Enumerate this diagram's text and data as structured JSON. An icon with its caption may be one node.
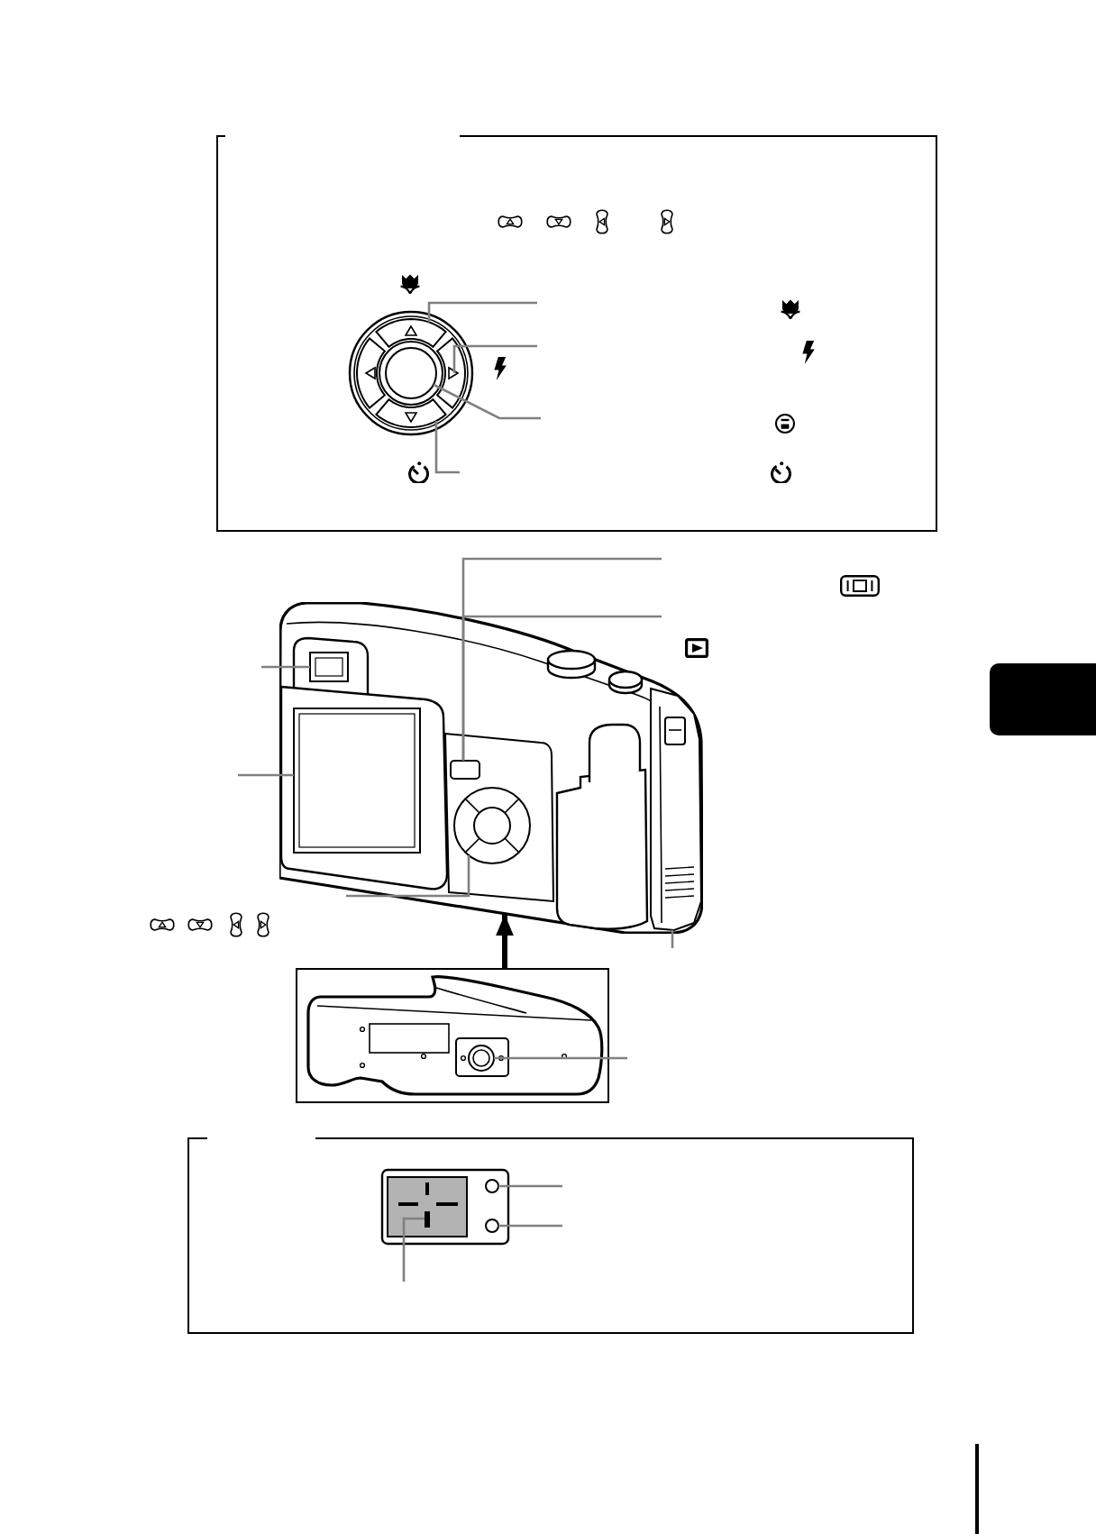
{
  "diagram": {
    "nodes": [
      {
        "text": [],
        "shape": "box"
      },
      {
        "text": [],
        "shape": "picture",
        "in": 0
      },
      {
        "text": [],
        "shape": "picture",
        "in": 1
      },
      {
        "text": [],
        "shape": "picture",
        "in": 1
      },
      {
        "text": [],
        "shape": "circle",
        "in": 1
      },
      {
        "text": [],
        "shape": "picture",
        "in": 1
      },
      {
        "text": [],
        "shape": "picture"
      },
      {
        "text": [],
        "shape": "box",
        "in": 6
      },
      {
        "text": [],
        "shape": "box",
        "in": 6
      },
      {
        "text": [],
        "shape": "box",
        "in": 6
      },
      {
        "text": [],
        "shape": "circle",
        "in": 6
      },
      {
        "text": [],
        "shape": "picture",
        "in": 6
      },
      {
        "text": [],
        "shape": "box"
      },
      {
        "text": [],
        "shape": "picture",
        "in": 12
      },
      {
        "text": [],
        "shape": "circle",
        "in": 13
      },
      {
        "text": [],
        "shape": "box"
      },
      {
        "text": [],
        "shape": "picture",
        "in": 15
      },
      {
        "text": [],
        "shape": "box",
        "in": 16
      },
      {
        "text": [],
        "shape": "circle",
        "in": 16
      },
      {
        "text": [],
        "shape": "circle",
        "in": 16
      }
    ],
    "edges": [
      {
        "from": null,
        "to": 2,
        "arrow": "none"
      },
      {
        "from": null,
        "to": 3,
        "arrow": "none"
      },
      {
        "from": null,
        "to": 4,
        "arrow": "none"
      },
      {
        "from": null,
        "to": 5,
        "arrow": "none"
      },
      {
        "from": null,
        "to": 9,
        "arrow": "none"
      },
      {
        "from": null,
        "to": 9,
        "arrow": "none"
      },
      {
        "from": null,
        "to": 7,
        "arrow": "none"
      },
      {
        "from": null,
        "to": 8,
        "arrow": "none"
      },
      {
        "from": null,
        "to": 10,
        "arrow": "none"
      },
      {
        "from": null,
        "to": 11,
        "arrow": "none"
      },
      {
        "from": 12,
        "to": 6,
        "arrow": "to",
        "style": "thick",
        "color": "#000000"
      },
      {
        "from": null,
        "to": 14,
        "arrow": "none"
      },
      {
        "from": null,
        "to": 18,
        "arrow": "none"
      },
      {
        "from": null,
        "to": 19,
        "arrow": "none"
      },
      {
        "from": null,
        "to": 17,
        "arrow": "none"
      }
    ]
  }
}
